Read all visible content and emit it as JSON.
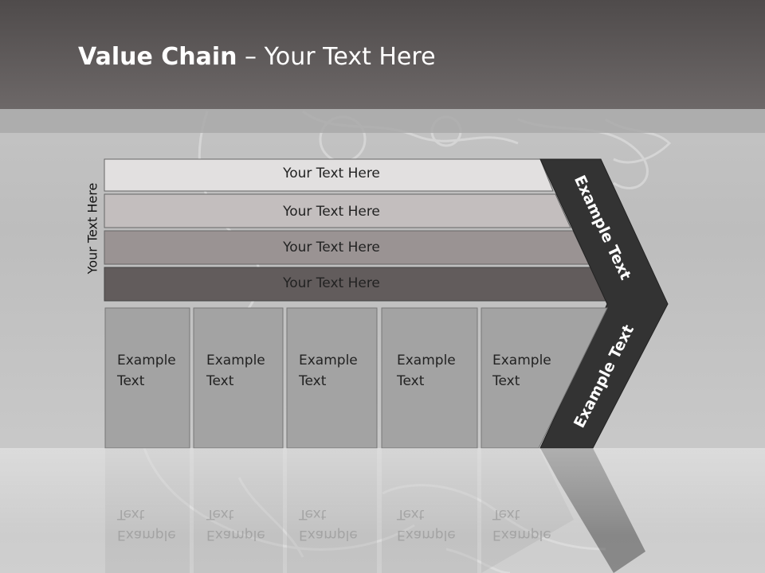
{
  "slide": {
    "title_bold": "Value Chain",
    "title_rest": " – Your Text Here",
    "side_label": "Your Text Here",
    "rows": [
      {
        "label": "Your Text Here",
        "fill": "#e2e0e0"
      },
      {
        "label": "Your Text Here",
        "fill": "#c3bebe"
      },
      {
        "label": "Your Text Here",
        "fill": "#9a9393"
      },
      {
        "label": "Your Text Here",
        "fill": "#625c5c"
      }
    ],
    "cells": [
      {
        "line1": "Example",
        "line2": "Text"
      },
      {
        "line1": "Example",
        "line2": "Text"
      },
      {
        "line1": "Example",
        "line2": "Text"
      },
      {
        "line1": "Example",
        "line2": "Text"
      },
      {
        "line1": "Example",
        "line2": "Text"
      }
    ],
    "chevron_top_label": "Example Text",
    "chevron_bottom_label": "Example Text",
    "colors": {
      "header": "#5a5555",
      "chevron": "#333333",
      "cell_fill": "#a3a3a3",
      "cell_border": "#777777"
    }
  }
}
